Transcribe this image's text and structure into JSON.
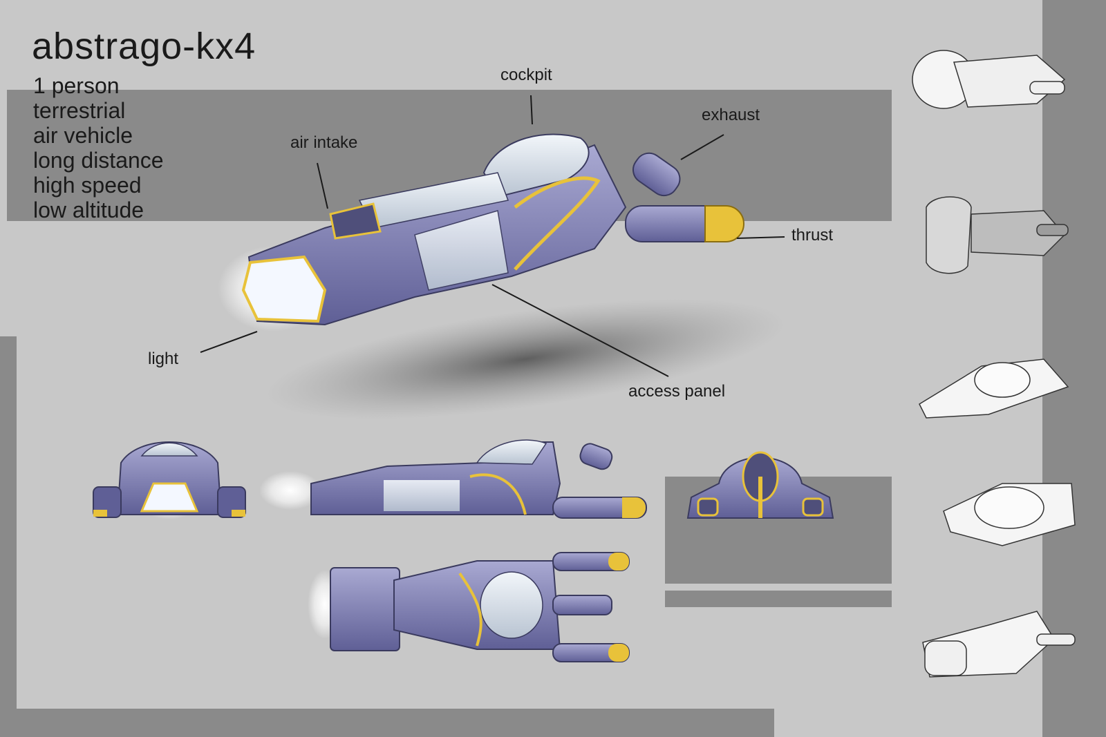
{
  "sheet": {
    "title": "abstrago-kx4",
    "specs": [
      "1 person",
      "terrestrial",
      "air vehicle",
      "long distance",
      "high speed",
      "low altitude"
    ]
  },
  "callouts": {
    "cockpit": "cockpit",
    "exhaust": "exhaust",
    "air_intake": "air intake",
    "thrust": "thrust",
    "light": "light",
    "access_panel": "access panel"
  },
  "colors": {
    "background": "#c8c8c8",
    "band": "#8a8a8a",
    "hull": "#7f7fb6",
    "trim": "#e8c23a",
    "glass": "#dfe6ee",
    "light": "#ffffff"
  }
}
